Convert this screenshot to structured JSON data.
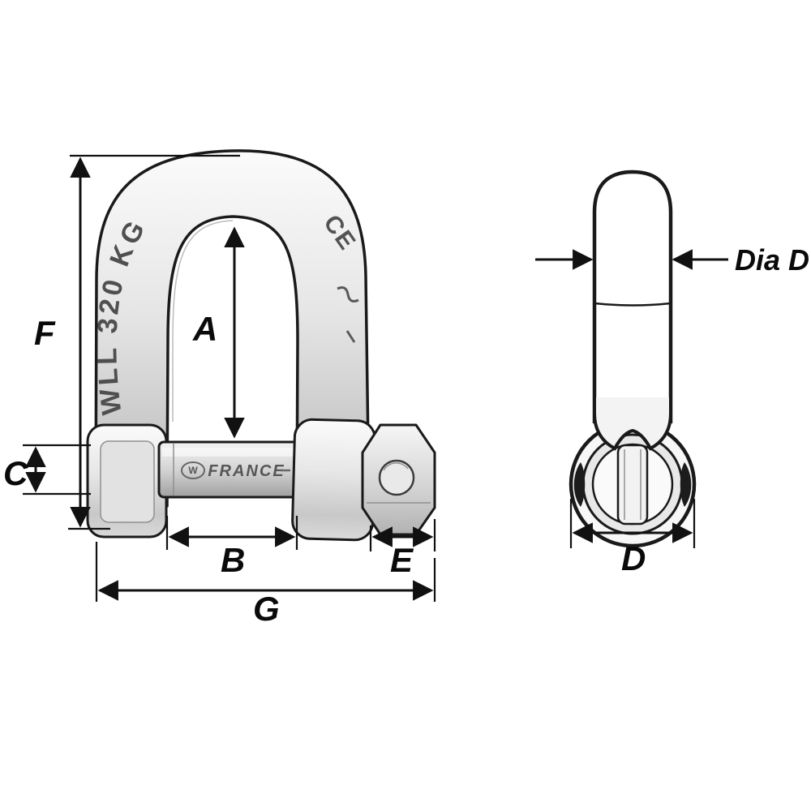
{
  "drawing": {
    "front_view": {
      "markings": {
        "wll": "WLL 320 KG",
        "ce_mark": "CE",
        "pin_logo": "W",
        "pin_origin": "FRANCE"
      },
      "dims": {
        "A": "A",
        "B": "B",
        "C": "C",
        "E": "E",
        "F": "F",
        "G": "G"
      }
    },
    "side_view": {
      "dims": {
        "dia_d": "Dia D",
        "D": "D"
      }
    },
    "colors": {
      "outline": "#1a1a1a",
      "dimension": "#111111",
      "engraving": "#4f4f4f",
      "background": "#ffffff"
    }
  }
}
